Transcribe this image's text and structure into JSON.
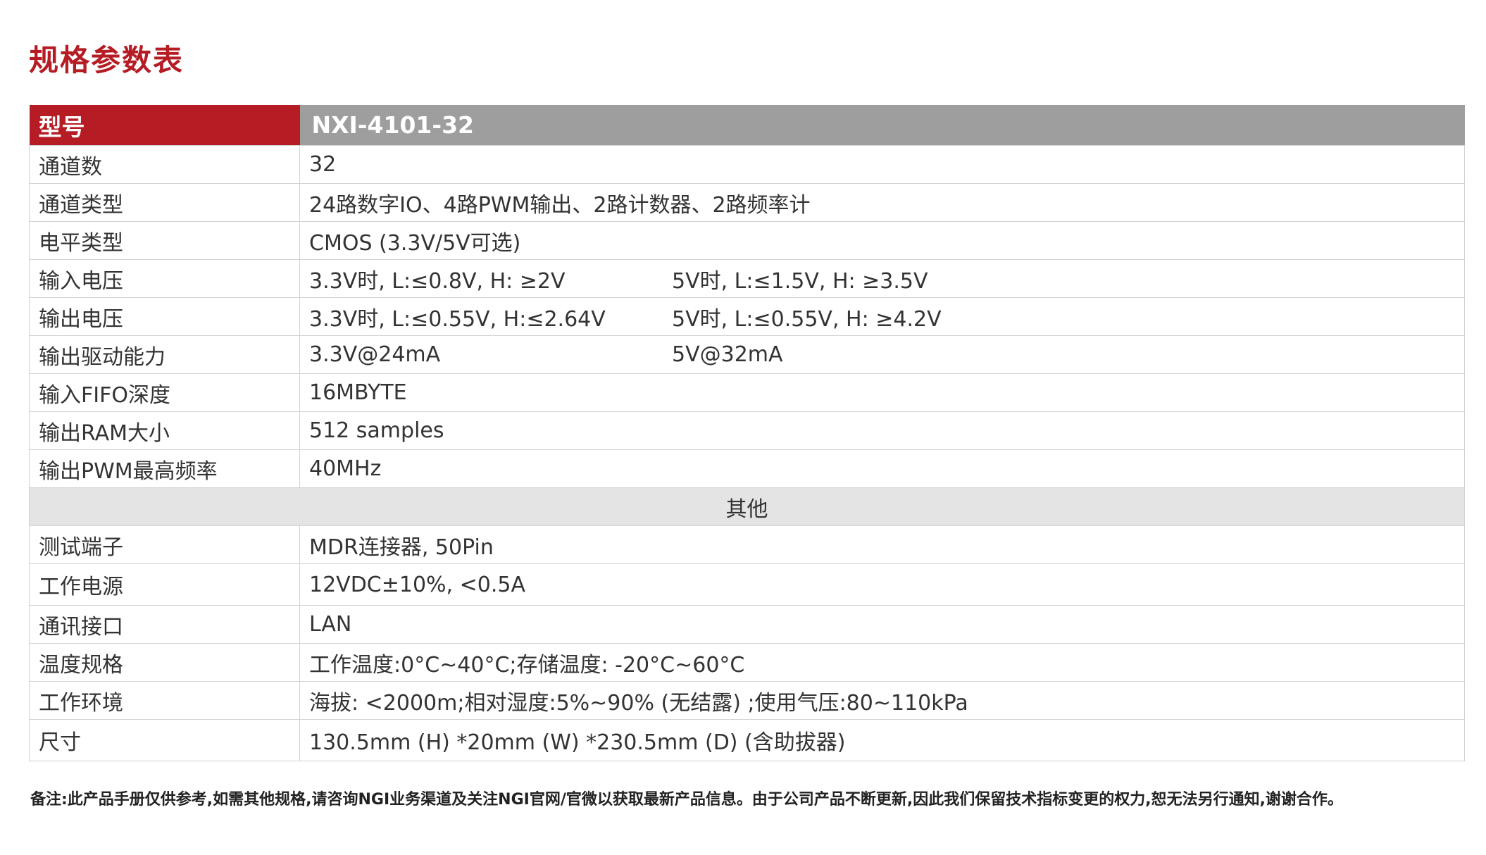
{
  "title": "规格参数表",
  "header": {
    "label": "型号",
    "value": "NXI-4101-32"
  },
  "rows": [
    {
      "label": "通道数",
      "value": "32"
    },
    {
      "label": "通道类型",
      "value": "24路数字IO、4路PWM输出、2路计数器、2路频率计"
    },
    {
      "label": "电平类型",
      "value": "CMOS (3.3V/5V可选)"
    },
    {
      "label": "输入电压",
      "value": "3.3V时, L:≤0.8V, H: ≥2V",
      "value2": "5V时, L:≤1.5V, H: ≥3.5V"
    },
    {
      "label": "输出电压",
      "value": "3.3V时, L:≤0.55V, H:≤2.64V",
      "value2": "5V时, L:≤0.55V, H: ≥4.2V"
    },
    {
      "label": "输出驱动能力",
      "value": "3.3V@24mA",
      "value2": "5V@32mA"
    },
    {
      "label": "输入FIFO深度",
      "value": "16MBYTE"
    },
    {
      "label": "输出RAM大小",
      "value": "512 samples"
    },
    {
      "label": "输出PWM最高频率",
      "value": "40MHz"
    }
  ],
  "section": "其他",
  "other_rows": [
    {
      "label": "测试端子",
      "value": "MDR连接器, 50Pin"
    },
    {
      "label": "工作电源",
      "value": "12VDC±10%, <0.5A"
    },
    {
      "label": "通讯接口",
      "value": "LAN"
    },
    {
      "label": "温度规格",
      "value": "工作温度:0°C~40°C;存储温度: -20°C~60°C"
    },
    {
      "label": "工作环境",
      "value": "海拔: <2000m;相对湿度:5%~90% (无结露) ;使用气压:80~110kPa"
    },
    {
      "label": "尺寸",
      "value": "130.5mm (H) *20mm (W) *230.5mm (D) (含助拔器)"
    }
  ],
  "note": "备注:此产品手册仅供参考,如需其他规格,请咨询NGI业务渠道及关注NGI官网/官微以获取最新产品信息。由于公司产品不断更新,因此我们保留技术指标变更的权力,恕无法另行通知,谢谢合作。"
}
